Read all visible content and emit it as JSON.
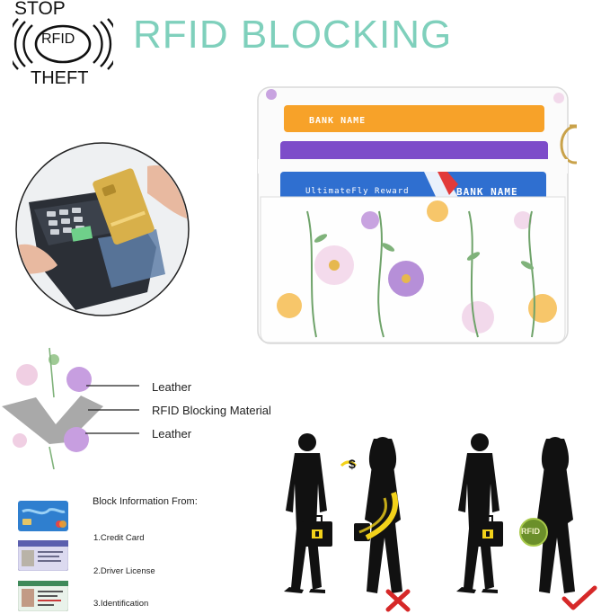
{
  "header": {
    "title": "RFID BLOCKING",
    "badge_top": "STOP",
    "badge_mid": "RFID",
    "badge_bottom": "THEFT"
  },
  "wallet": {
    "card1_label": "BANK NAME",
    "card3_label_left": "UltimateFly Reward",
    "card3_label_right": "BANK NAME"
  },
  "layers": {
    "items": [
      "Leather",
      "RFID Blocking Material",
      "Leather"
    ]
  },
  "block_info": {
    "heading": "Block Information From:",
    "items": [
      "1.Credit Card",
      "2.Driver License",
      "3.Identification"
    ]
  },
  "scenes": {
    "dollar_sign": "$",
    "shield_label": "RFID"
  },
  "colors": {
    "title": "#7fd0bc",
    "card_orange": "#f7a229",
    "card_purple": "#7d4cc9",
    "card_blue": "#2f6fd0",
    "yellow_signal": "#f3d21a",
    "reject": "#d62828"
  }
}
